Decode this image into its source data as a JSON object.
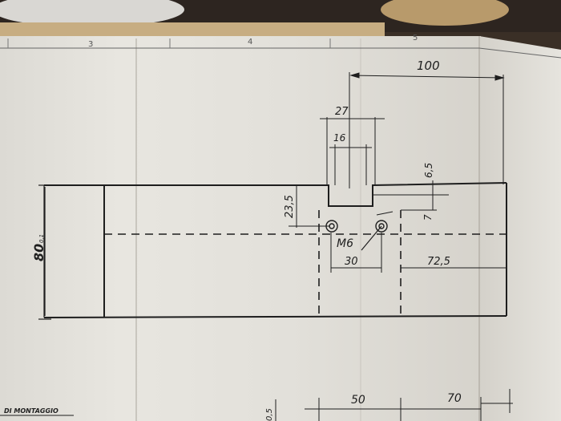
{
  "grid_numbers": [
    "3",
    "4",
    "5"
  ],
  "dimensions": {
    "overall_width": "100",
    "slot_outer": "27",
    "slot_inner": "16",
    "slot_depth": "6,5",
    "step_height": "23,5",
    "small_offset": "7",
    "block_height": "80",
    "block_height_tolerance": "0,1",
    "hole_spacing": "30",
    "hole_to_edge": "72,5",
    "bottom_spacing": "50",
    "bottom_right": "70",
    "bottom_small": "0,5"
  },
  "thread_label": "M6",
  "corner_note": "DI MONTAGGIO",
  "colors": {
    "paper": "#e4e2dc",
    "paper_shadow": "#c9c6bf",
    "ink": "#1e1e1e",
    "background": "#3a2f26",
    "wood": "#c7ad82"
  }
}
